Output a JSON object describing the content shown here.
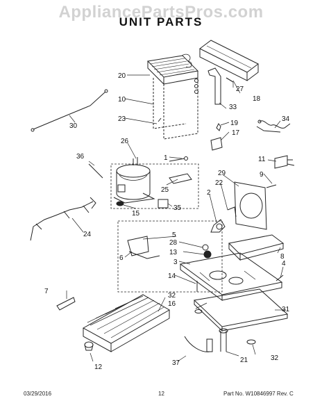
{
  "watermark": "AppliancePartsPros.com",
  "title": "UNIT PARTS",
  "callouts": {
    "c1": "1",
    "c2": "2",
    "c3": "3",
    "c4": "4",
    "c5": "5",
    "c6": "6",
    "c7": "7",
    "c8": "8",
    "c9": "9",
    "c10": "10",
    "c11": "11",
    "c12": "12",
    "c13": "13",
    "c14": "14",
    "c15": "15",
    "c16": "16",
    "c17": "17",
    "c18": "18",
    "c19": "19",
    "c20": "20",
    "c21": "21",
    "c22": "22",
    "c23": "23",
    "c24": "24",
    "c25": "25",
    "c26": "26",
    "c27": "27",
    "c28": "28",
    "c29": "29",
    "c30": "30",
    "c31": "31",
    "c32a": "32",
    "c32b": "32",
    "c33": "33",
    "c34": "34",
    "c35": "35",
    "c36": "36",
    "c37": "37"
  },
  "footer": {
    "date": "03/29/2016",
    "page": "12",
    "part_no": "Part No.  W10846997  Rev. C"
  }
}
